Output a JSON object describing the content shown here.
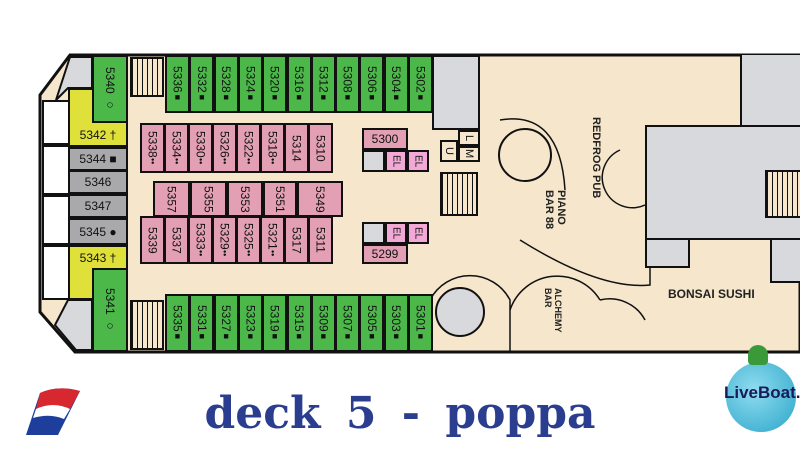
{
  "title": "deck 5  -  poppa",
  "cabins": {
    "top_green": [
      "5336",
      "5332",
      "5328",
      "5324",
      "5320",
      "5316",
      "5312",
      "5308",
      "5306",
      "5304",
      "5302"
    ],
    "bottom_green": [
      "5335",
      "5331",
      "5327",
      "5323",
      "5319",
      "5315",
      "5309",
      "5307",
      "5305",
      "5303",
      "5301"
    ],
    "pink_upper": [
      "5338",
      "5334",
      "5330",
      "5326",
      "5322",
      "5318",
      "5314",
      "5310"
    ],
    "pink_middle": [
      "5357",
      "5355",
      "5353",
      "5351",
      "5349"
    ],
    "pink_lower": [
      "5339",
      "5337",
      "5333",
      "5329",
      "5325",
      "5321",
      "5317",
      "5311"
    ],
    "corner_top": "5340",
    "corner_bottom": "5341",
    "side": [
      {
        "n": "5342 †",
        "c": "yellow"
      },
      {
        "n": "5344 ■",
        "c": "grey"
      },
      {
        "n": "5346",
        "c": "grey"
      },
      {
        "n": "5347",
        "c": "grey"
      },
      {
        "n": "5345 ●",
        "c": "grey"
      },
      {
        "n": "5343 †",
        "c": "yellow"
      }
    ],
    "room_5300": "5300",
    "room_5299": "5299"
  },
  "elevator_label": "EL",
  "restroom_labels": {
    "l": "L",
    "m": "M",
    "u": "U"
  },
  "venues": {
    "redfrog": "REDFROG PUB",
    "piano": "PIANO BAR 88",
    "alchemy": "ALCHEMY BAR",
    "bonsai": "BONSAI SUSHI"
  },
  "logos": {
    "liveboat": "LiveBoat.it"
  },
  "colors": {
    "green": "#4cb84a",
    "pink": "#e3a0b4",
    "yellow": "#dfe03a",
    "grey": "#a9a9ab",
    "title": "#2a3d8f"
  }
}
